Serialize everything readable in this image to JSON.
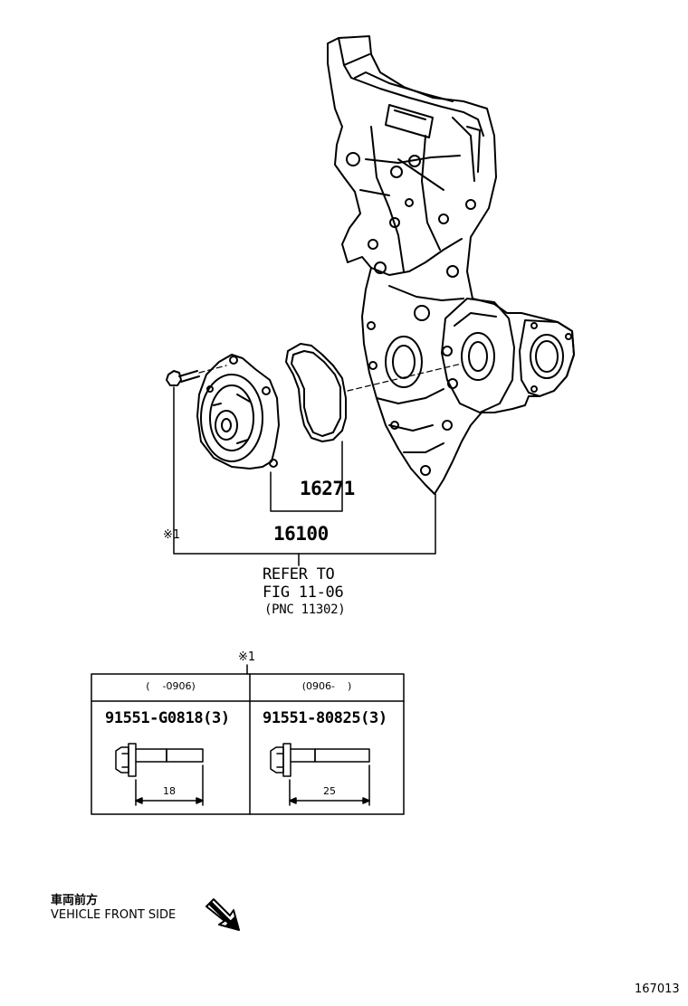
{
  "labels": {
    "part_16271": "16271",
    "part_16100": "16100",
    "note_mark_left": "※1",
    "refer_line1": "REFER TO",
    "refer_line2": "FIG 11-06",
    "refer_line3": "(PNC 11302)",
    "figure_number": "167013"
  },
  "bolt_table": {
    "note_mark": "※1",
    "columns": [
      {
        "period": "(    -0906)",
        "part_number": "91551-G0818(3)",
        "length": "18"
      },
      {
        "period": "(0906-    )",
        "part_number": "91551-80825(3)",
        "length": "25"
      }
    ]
  },
  "direction": {
    "japanese": "車両前方",
    "english": "VEHICLE FRONT SIDE",
    "arrow_icon": "diagonal-arrow-down-right"
  }
}
